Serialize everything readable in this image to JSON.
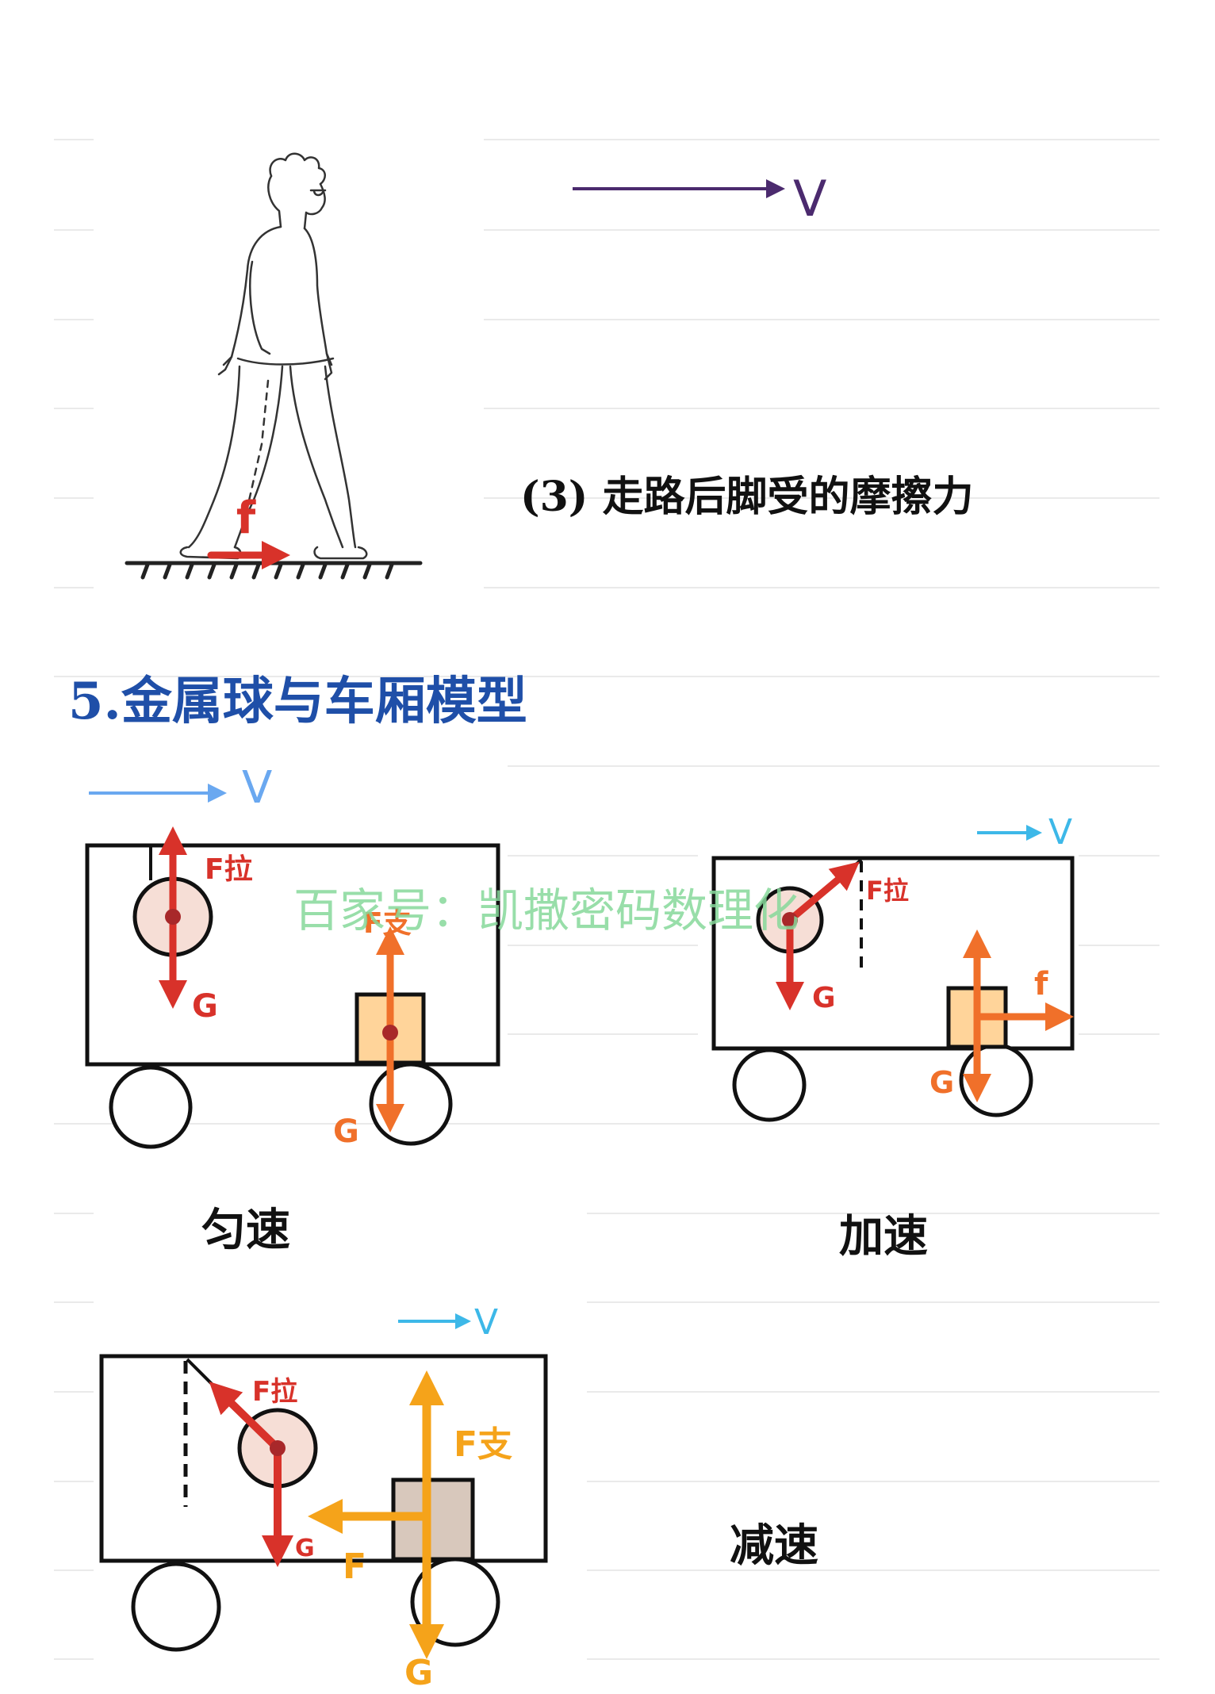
{
  "section3": {
    "caption": "(3) 走路后脚受的摩擦力",
    "velocity_label": "V",
    "friction_label": "f"
  },
  "section5": {
    "title": "5.金属球与车厢模型"
  },
  "watermark": "百家号：凯撒密码数理化",
  "diagrams": {
    "uniform": {
      "caption": "匀速",
      "velocity_label": "V",
      "tension_label": "F拉",
      "ball_gravity_label": "G",
      "support_label": "F支",
      "block_gravity_label": "G"
    },
    "accelerate": {
      "caption": "加速",
      "velocity_label": "V",
      "tension_label": "F拉",
      "ball_gravity_label": "G",
      "friction_label": "f",
      "block_gravity_label": "G"
    },
    "decelerate": {
      "caption": "减速",
      "velocity_label": "V",
      "tension_label": "F拉",
      "ball_gravity_label": "G",
      "support_label": "F支",
      "friction_label": "F",
      "block_gravity_label": "G"
    }
  },
  "colors": {
    "red_force": "#d8322a",
    "orange_force": "#f0702a",
    "amber_force": "#f5a31a",
    "velocity_purple": "#4b2a6e",
    "velocity_blue": "#6aa8f0",
    "velocity_cyan": "#3db8e8",
    "title_blue": "#1f4fa8",
    "watermark_green": "#86d89a",
    "ball_fill": "#f6ded6",
    "block_fill_1": "#ffd49a",
    "block_fill_2": "#d8c8bc"
  }
}
